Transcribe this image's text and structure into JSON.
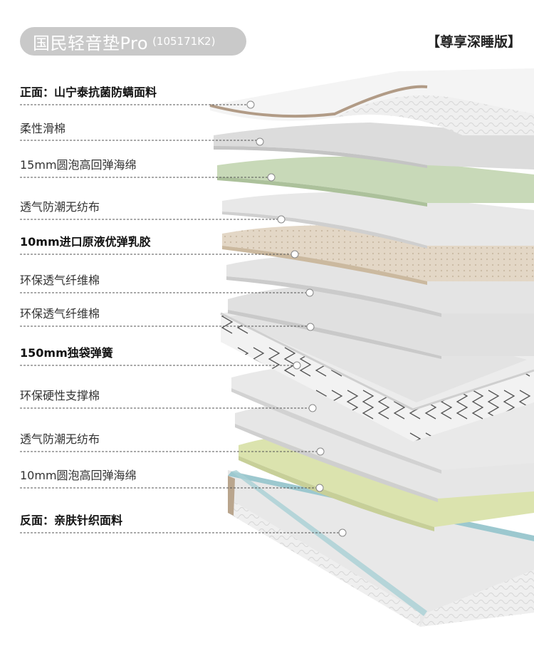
{
  "header": {
    "product_name": "国民轻音垫Pro",
    "model_code": "(105171K2)",
    "edition_label": "【尊享深睡版】"
  },
  "layers": [
    {
      "label": "正面：山宁泰抗菌防螨面料",
      "bold": true
    },
    {
      "label": "柔性滑棉",
      "bold": false
    },
    {
      "label": "15mm圆泡高回弹海绵",
      "bold": false
    },
    {
      "label": "透气防潮无纺布",
      "bold": false
    },
    {
      "label": "10mm进口原液优弹乳胶",
      "bold": true
    },
    {
      "label": "环保透气纤维棉",
      "bold": false
    },
    {
      "label": "环保透气纤维棉",
      "bold": false
    },
    {
      "label": "150mm独袋弹簧",
      "bold": true
    },
    {
      "label": "环保硬性支撑棉",
      "bold": false
    },
    {
      "label": "透气防潮无纺布",
      "bold": false
    },
    {
      "label": "10mm圆泡高回弹海绵",
      "bold": false
    },
    {
      "label": "反面：亲肤针织面料",
      "bold": true
    }
  ],
  "colors": {
    "pill_bg": "#c9c9c9",
    "green_layer": "#c8d9b8",
    "latex_layer": "#e2d6c5",
    "yellow_green_layer": "#dbe3ae",
    "fabric_white": "#f4f4f4",
    "gray_layer": "#e3e3e3",
    "frame_blue": "#9cc8cf"
  }
}
